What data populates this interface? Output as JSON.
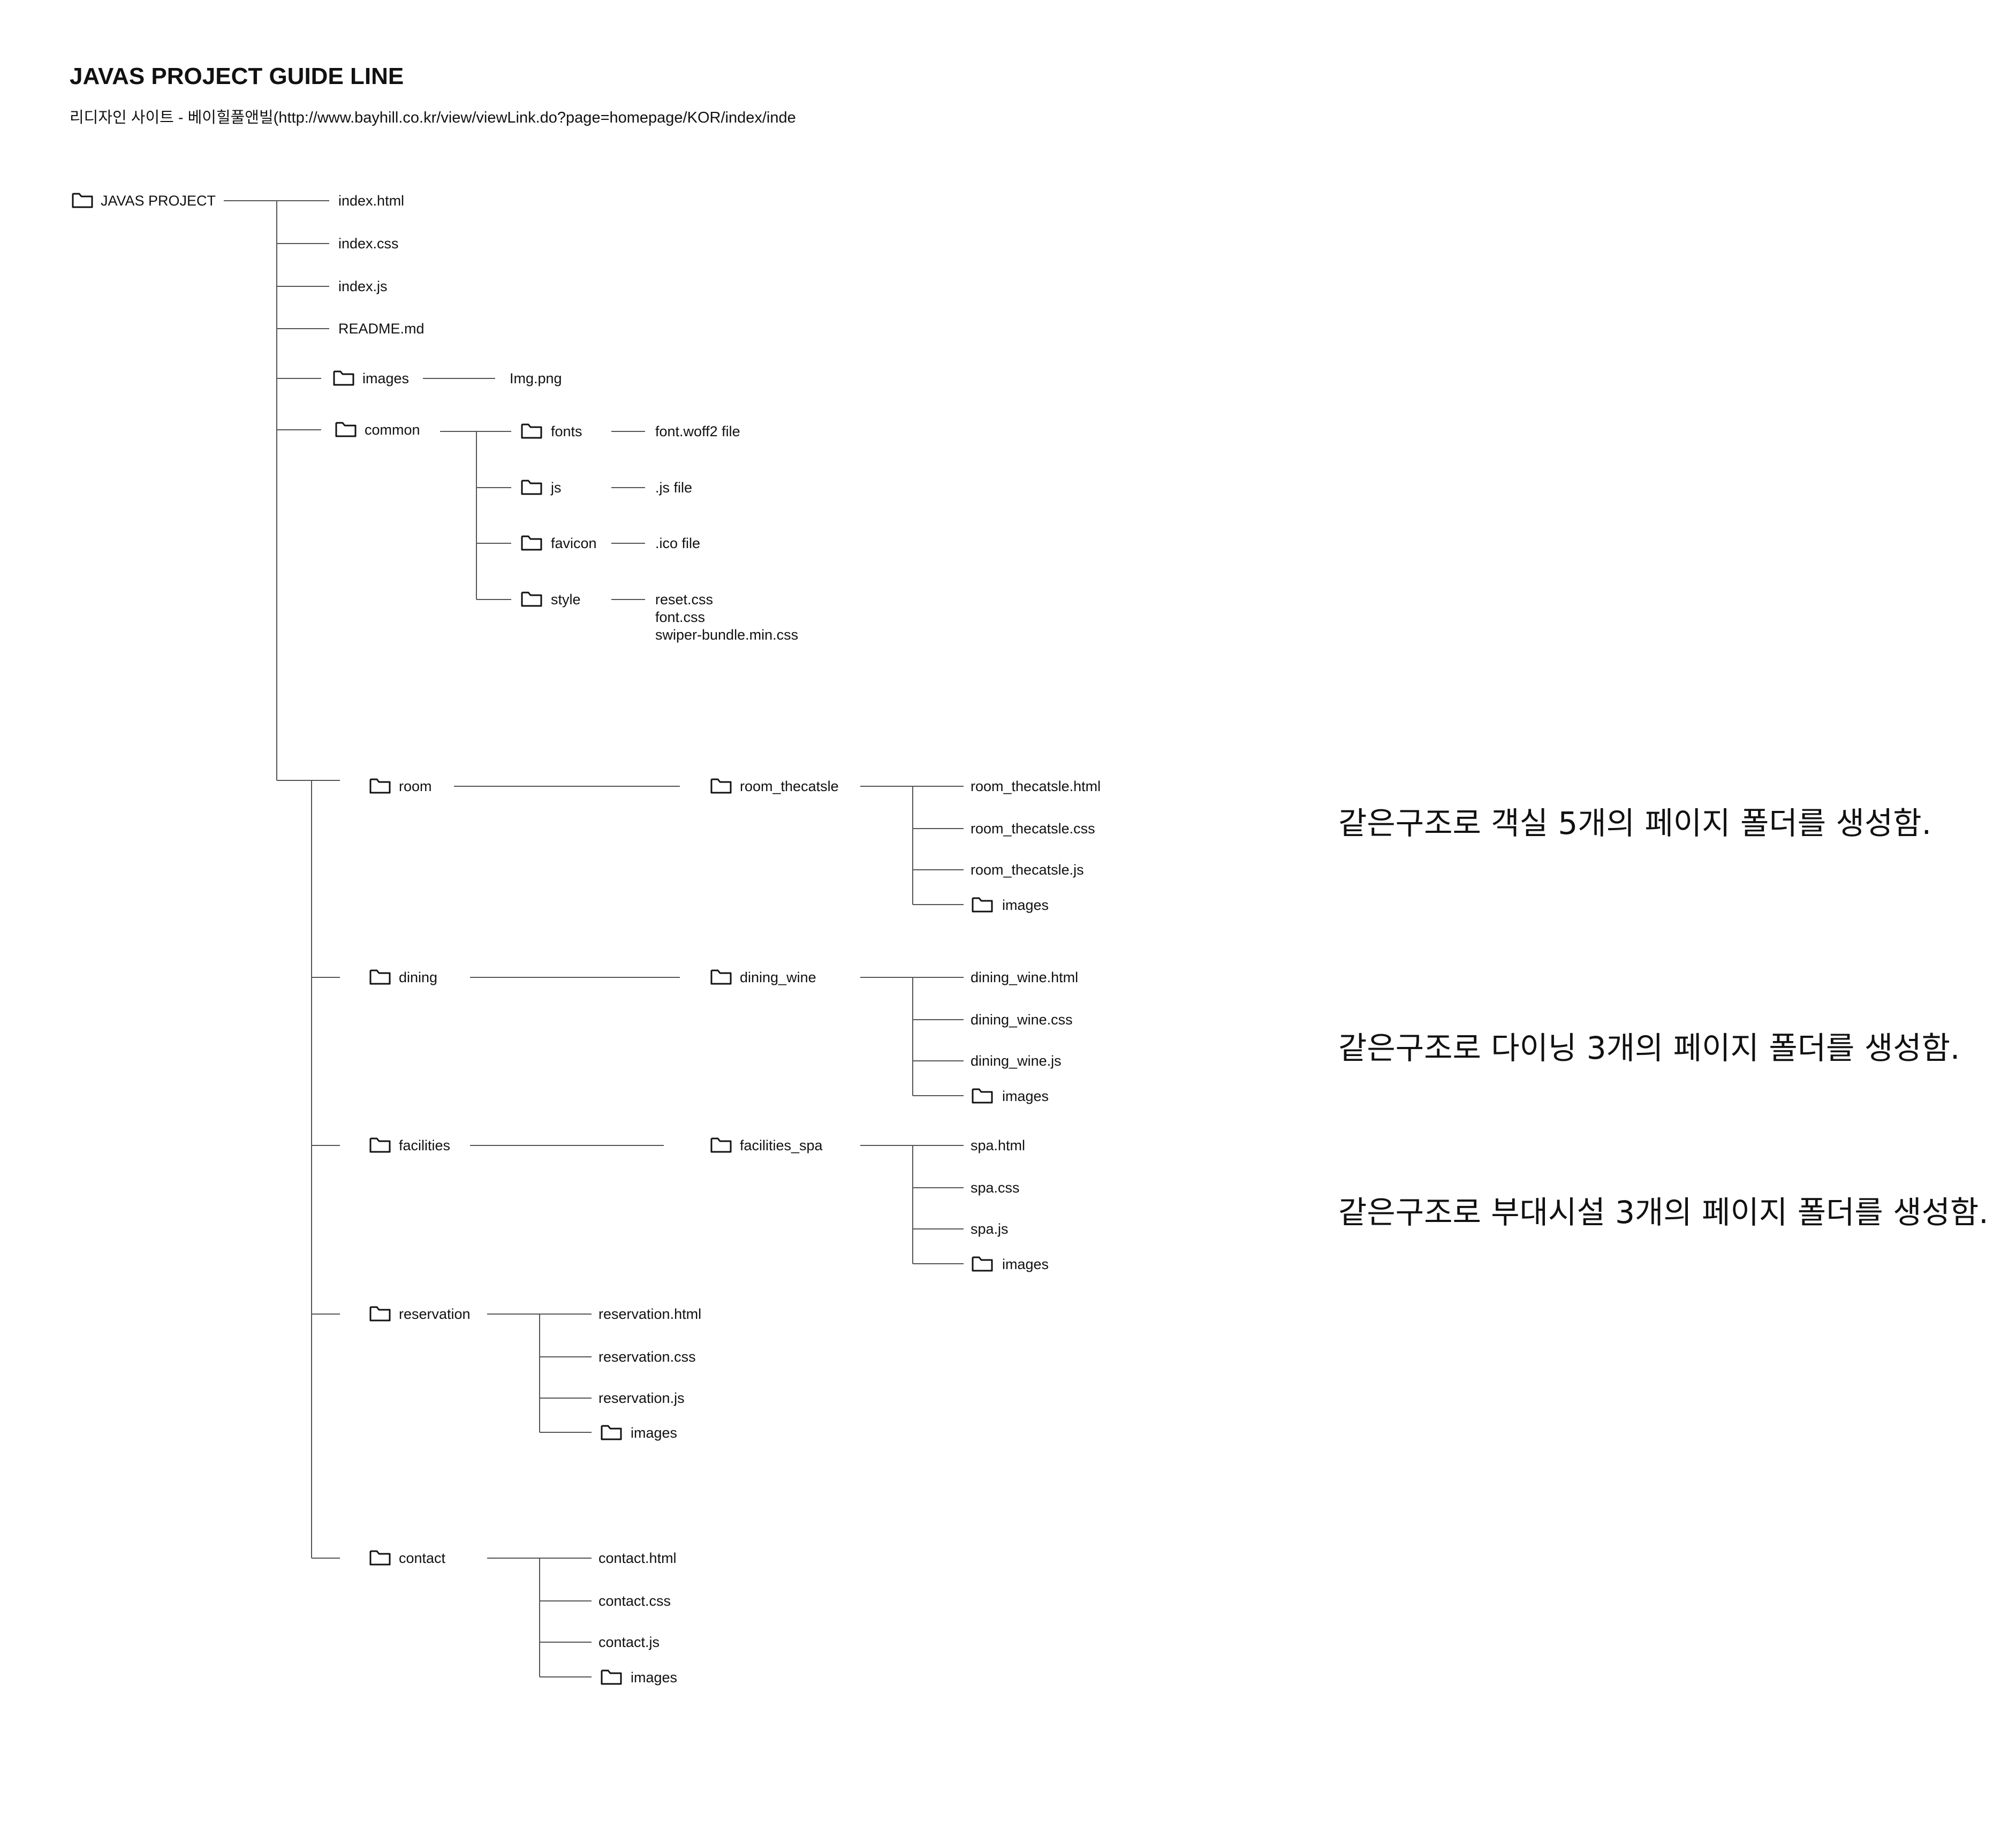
{
  "header": {
    "title": "JAVAS PROJECT GUIDE LINE",
    "subtitle": "리디자인 사이트 - 베이힐풀앤빌(http://www.bayhill.co.kr/view/viewLink.do?page=homepage/KOR/index/inde"
  },
  "tree": {
    "root": "JAVAS PROJECT",
    "root_files": [
      "index.html",
      "index.css",
      "index.js",
      "README.md"
    ],
    "images": {
      "folder": "images",
      "file": "Img.png"
    },
    "common": {
      "folder": "common",
      "children": [
        {
          "folder": "fonts",
          "file": "font.woff2 file"
        },
        {
          "folder": "js",
          "file": ".js file"
        },
        {
          "folder": "favicon",
          "file": ".ico file"
        },
        {
          "folder": "style",
          "files": [
            "reset.css",
            "font.css",
            "swiper-bundle.min.css"
          ]
        }
      ]
    },
    "room": {
      "folder": "room",
      "sub": "room_thecatsle",
      "files": [
        "room_thecatsle.html",
        "room_thecatsle.css",
        "room_thecatsle.js"
      ],
      "images": "images"
    },
    "dining": {
      "folder": "dining",
      "sub": "dining_wine",
      "files": [
        "dining_wine.html",
        "dining_wine.css",
        "dining_wine.js"
      ],
      "images": "images"
    },
    "facilities": {
      "folder": "facilities",
      "sub": "facilities_spa",
      "files": [
        "spa.html",
        "spa.css",
        "spa.js"
      ],
      "images": "images"
    },
    "reservation": {
      "folder": "reservation",
      "files": [
        "reservation.html",
        "reservation.css",
        "reservation.js"
      ],
      "images": "images"
    },
    "contact": {
      "folder": "contact",
      "files": [
        "contact.html",
        "contact.css",
        "contact.js"
      ],
      "images": "images"
    }
  },
  "notes": {
    "room": "같은구조로 객실 5개의 페이지 폴더를 생성함.",
    "dining": "같은구조로 다이닝 3개의 페이지 폴더를 생성함.",
    "facilities": "같은구조로 부대시설 3개의 페이지 폴더를 생성함."
  }
}
